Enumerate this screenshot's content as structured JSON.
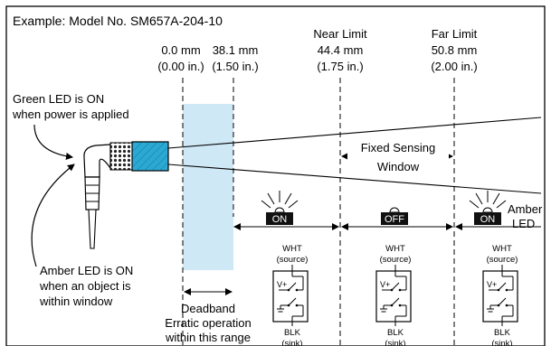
{
  "example_title": "Example: Model No. SM657A-204-10",
  "distances": [
    {
      "key": "zero",
      "caption": "",
      "mm": "0.0 mm",
      "inch": "(0.00 in.)"
    },
    {
      "key": "deadband_end",
      "caption": "",
      "mm": "38.1 mm",
      "inch": "(1.50 in.)"
    },
    {
      "key": "near",
      "caption": "Near Limit",
      "mm": "44.4 mm",
      "inch": "(1.75 in.)"
    },
    {
      "key": "far",
      "caption": "Far Limit",
      "mm": "50.8 mm",
      "inch": "(2.00 in.)"
    }
  ],
  "green_led_note": [
    "Green LED is ON",
    "when power is applied"
  ],
  "amber_led_note": [
    "Amber LED is ON",
    "when an object is",
    "within window"
  ],
  "window_label": [
    "Fixed Sensing",
    "Window"
  ],
  "deadband_label": [
    "Deadband",
    "Erratic operation",
    "within this range"
  ],
  "amber_led_label": [
    "Amber",
    "LED"
  ],
  "led_states": [
    {
      "state": "ON",
      "lit": true
    },
    {
      "state": "OFF",
      "lit": false
    },
    {
      "state": "ON",
      "lit": true
    }
  ],
  "output_wiring": [
    {
      "top_wire": "WHT",
      "top_type": "(source)",
      "supply": "V+",
      "bottom_wire": "BLK",
      "bottom_type": "(sink)"
    },
    {
      "top_wire": "WHT",
      "top_type": "(source)",
      "supply": "V+",
      "bottom_wire": "BLK",
      "bottom_type": "(sink)"
    },
    {
      "top_wire": "WHT",
      "top_type": "(source)",
      "supply": "V+",
      "bottom_wire": "BLK",
      "bottom_type": "(sink)"
    }
  ],
  "colors": {
    "sensor_body": "#2aa9d4",
    "deadband_fill": "#cfe8f6",
    "led_badge": "#111111",
    "outline": "#000000"
  }
}
